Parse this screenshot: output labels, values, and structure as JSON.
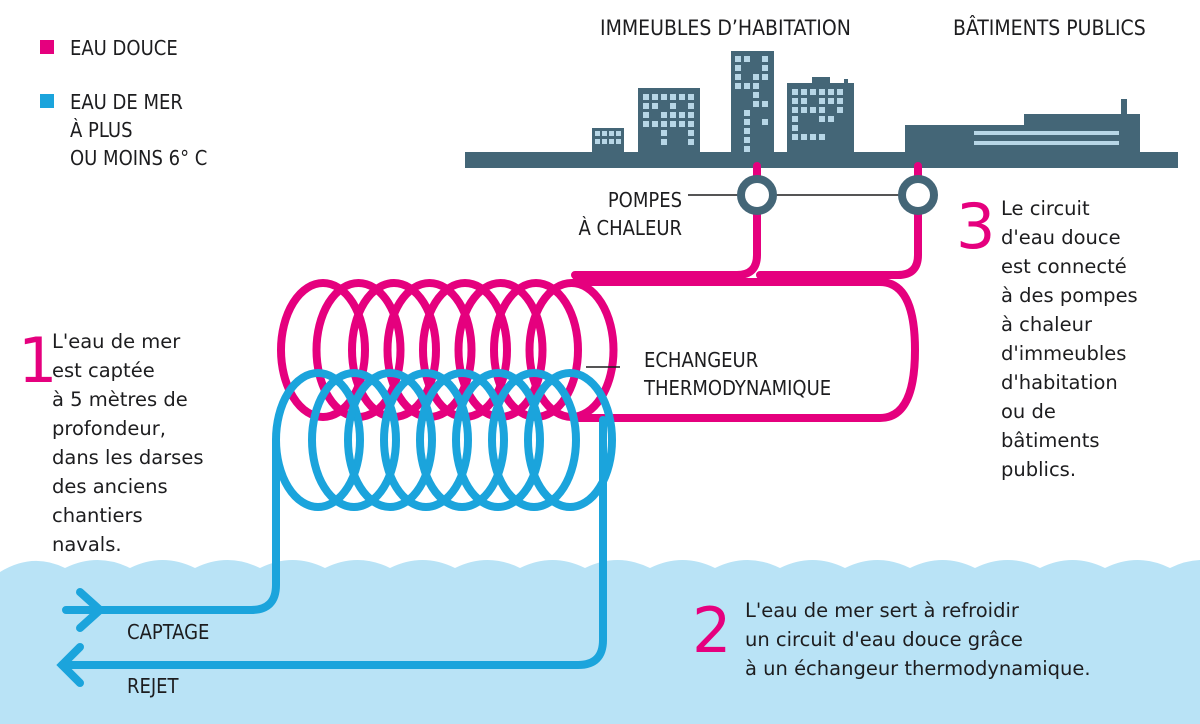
{
  "colors": {
    "fresh_water": "#e5007e",
    "sea_water": "#1ba4dc",
    "sea_fill": "#b9e3f6",
    "buildings": "#446677",
    "windows": "#b7d6e6",
    "text": "#1d1d1f"
  },
  "legend": [
    {
      "label": "EAU DOUCE",
      "color_key": "fresh_water"
    },
    {
      "label": "EAU DE MER\nÀ PLUS\nOU MOINS 6° C",
      "color_key": "sea_water"
    }
  ],
  "headings": {
    "residential": "IMMEUBLES D’HABITATION",
    "public": "BÂTIMENTS PUBLICS"
  },
  "labels": {
    "heat_pumps": "POMPES\nÀ CHALEUR",
    "exchanger": "ECHANGEUR\nTHERMODYNAMIQUE",
    "intake": "CAPTAGE",
    "discharge": "REJET"
  },
  "steps": [
    {
      "number": "1",
      "text": "L'eau de mer\nest captée\nà 5 mètres de\nprofondeur,\ndans les darses\ndes anciens\nchantiers\nnavals."
    },
    {
      "number": "2",
      "text": "L'eau de mer sert à refroidir\nun circuit d'eau douce grâce\nà un échangeur thermodynamique."
    },
    {
      "number": "3",
      "text": "Le circuit\nd'eau douce\nest connecté\nà des pompes\nà chaleur\nd'immeubles\nd'habitation\nou de\nbâtiments\npublics."
    }
  ],
  "coils": {
    "fresh_water_turns": 8,
    "sea_water_turns": 8
  },
  "heat_pump_count": 2
}
